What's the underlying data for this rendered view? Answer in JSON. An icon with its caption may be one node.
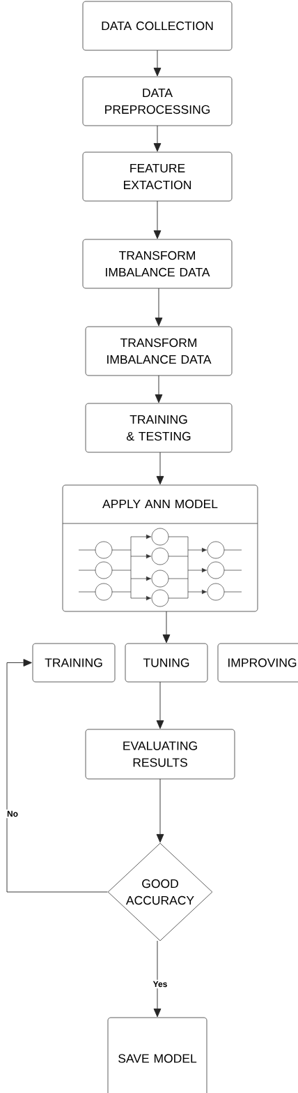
{
  "diagram": {
    "nodes": [
      {
        "text": [
          "DATA COLLECTION"
        ]
      },
      {
        "text": [
          "DATA PREPROCESSING"
        ]
      },
      {
        "text": [
          "FEATURE EXTACTION"
        ]
      },
      {
        "text": [
          "TRANSFORM IMBALANCE DATA"
        ]
      },
      {
        "text": [
          "TRANSFORM IMBALANCE DATA"
        ]
      },
      {
        "text": [
          "TRAINING & TESTING"
        ]
      },
      {
        "text": [
          "APPLY ANN MODEL"
        ]
      },
      {
        "text": [
          "TRAINING"
        ]
      },
      {
        "text": [
          "TUNING"
        ]
      },
      {
        "text": [
          "IMPROVING"
        ]
      },
      {
        "text": [
          "EVALUATING RESULTS"
        ]
      },
      {
        "text": [
          "GOOD ACCURACY"
        ]
      },
      {
        "text": [
          "SAVE MODEL"
        ]
      }
    ],
    "edges": [
      {
        "from": 0,
        "to": 1,
        "arrow": "to"
      },
      {
        "from": 1,
        "to": 2,
        "arrow": "to"
      },
      {
        "from": 2,
        "to": 3,
        "arrow": "to"
      },
      {
        "from": 3,
        "to": 4,
        "arrow": "to"
      },
      {
        "from": 4,
        "to": 5,
        "arrow": "to"
      },
      {
        "from": 5,
        "to": 6,
        "arrow": "to"
      },
      {
        "from": 6,
        "to": 8,
        "arrow": "to"
      },
      {
        "from": 8,
        "to": 10,
        "arrow": "to"
      },
      {
        "from": 10,
        "to": 11,
        "arrow": "to"
      },
      {
        "from": 11,
        "to": 12,
        "arrow": "to",
        "label": "Yes"
      },
      {
        "from": 11,
        "to": 7,
        "arrow": "to",
        "label": "No"
      }
    ]
  }
}
